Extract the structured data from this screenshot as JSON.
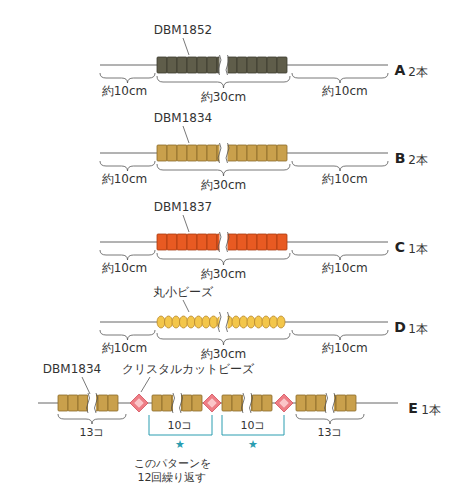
{
  "diagram": {
    "labels": [
      "DBM1852",
      "約10cm",
      "約30cm",
      "約10cm",
      "A",
      "2本",
      "DBM1834",
      "約10cm",
      "約30cm",
      "約10cm",
      "B",
      "2本",
      "DBM1837",
      "約10cm",
      "約30cm",
      "約10cm",
      "C",
      "1本",
      "丸小ビーズ",
      "約10cm",
      "約30cm",
      "約10cm",
      "D",
      "1本",
      "DBM1834",
      "クリスタルカットビーズ",
      "13コ",
      "10コ",
      "10コ",
      "13コ",
      "このパターンを 12回繰り返す",
      "E",
      "1本",
      "★",
      "★"
    ]
  }
}
